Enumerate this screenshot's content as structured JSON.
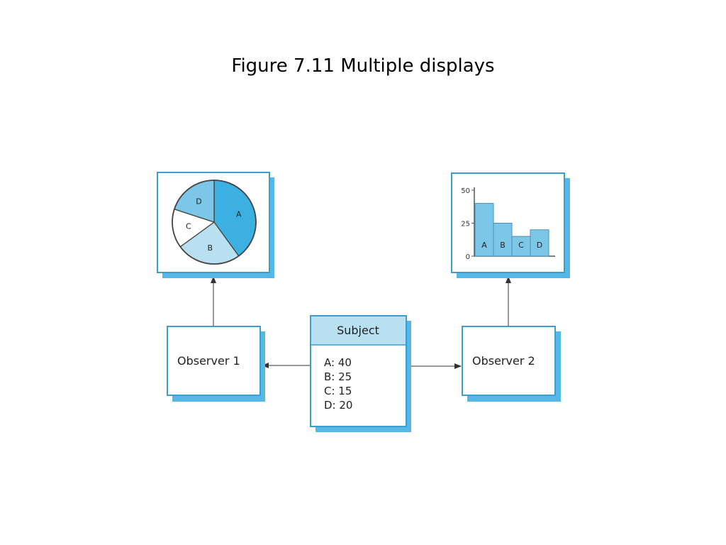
{
  "title": "Figure 7.11  Multiple displays",
  "colors": {
    "box_border": "#3a9fcf",
    "shadow": "#55b8e6",
    "slice_a": "#3cb0e0",
    "slice_b": "#b8e0f0",
    "slice_c": "#ffffff",
    "slice_d": "#7cc6e8",
    "bar_fill": "#7cc6e8",
    "subject_header": "#b8e0f0",
    "arrow": "#888888"
  },
  "nodes": {
    "subject": {
      "header": "Subject",
      "lines": [
        "A: 40",
        "B: 25",
        "C: 15",
        "D: 20"
      ]
    },
    "observer1": {
      "label": "Observer 1"
    },
    "observer2": {
      "label": "Observer 2"
    }
  },
  "pie": {
    "slices": [
      {
        "label": "A",
        "value": 40
      },
      {
        "label": "B",
        "value": 25
      },
      {
        "label": "C",
        "value": 15
      },
      {
        "label": "D",
        "value": 20
      }
    ]
  },
  "chart_data": {
    "type": "bar",
    "categories": [
      "A",
      "B",
      "C",
      "D"
    ],
    "values": [
      40,
      25,
      15,
      20
    ],
    "ylim": [
      0,
      50
    ],
    "yticks": [
      "50",
      "25",
      "0"
    ]
  }
}
